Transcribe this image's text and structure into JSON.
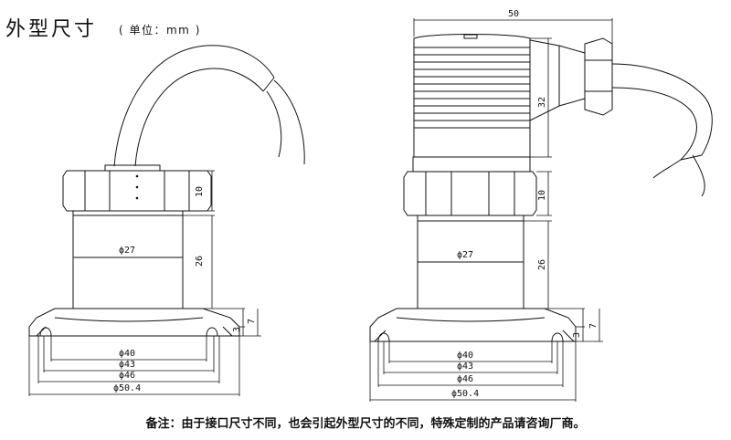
{
  "header": {
    "title": "外型尺寸",
    "unit": "( 单位：mm )"
  },
  "left_view": {
    "nut_height": "10",
    "body_height": "26",
    "body_diameter": "ϕ27",
    "flange_thickness": "3",
    "flange_height": "7",
    "dia_40": "ϕ40",
    "dia_43": "ϕ43",
    "dia_46": "ϕ46",
    "dia_504": "ϕ50.4"
  },
  "right_view": {
    "connector_width": "50",
    "connector_height": "32",
    "nut_height": "10",
    "body_height": "26",
    "body_diameter": "ϕ27",
    "flange_thickness": "3",
    "flange_height": "7",
    "dia_40": "ϕ40",
    "dia_43": "ϕ43",
    "dia_46": "ϕ46",
    "dia_504": "ϕ50.4"
  },
  "footer": {
    "note": "备注：由于接口尺寸不同，也会引起外型尺寸的不同，特殊定制的产品请咨询厂商。"
  }
}
